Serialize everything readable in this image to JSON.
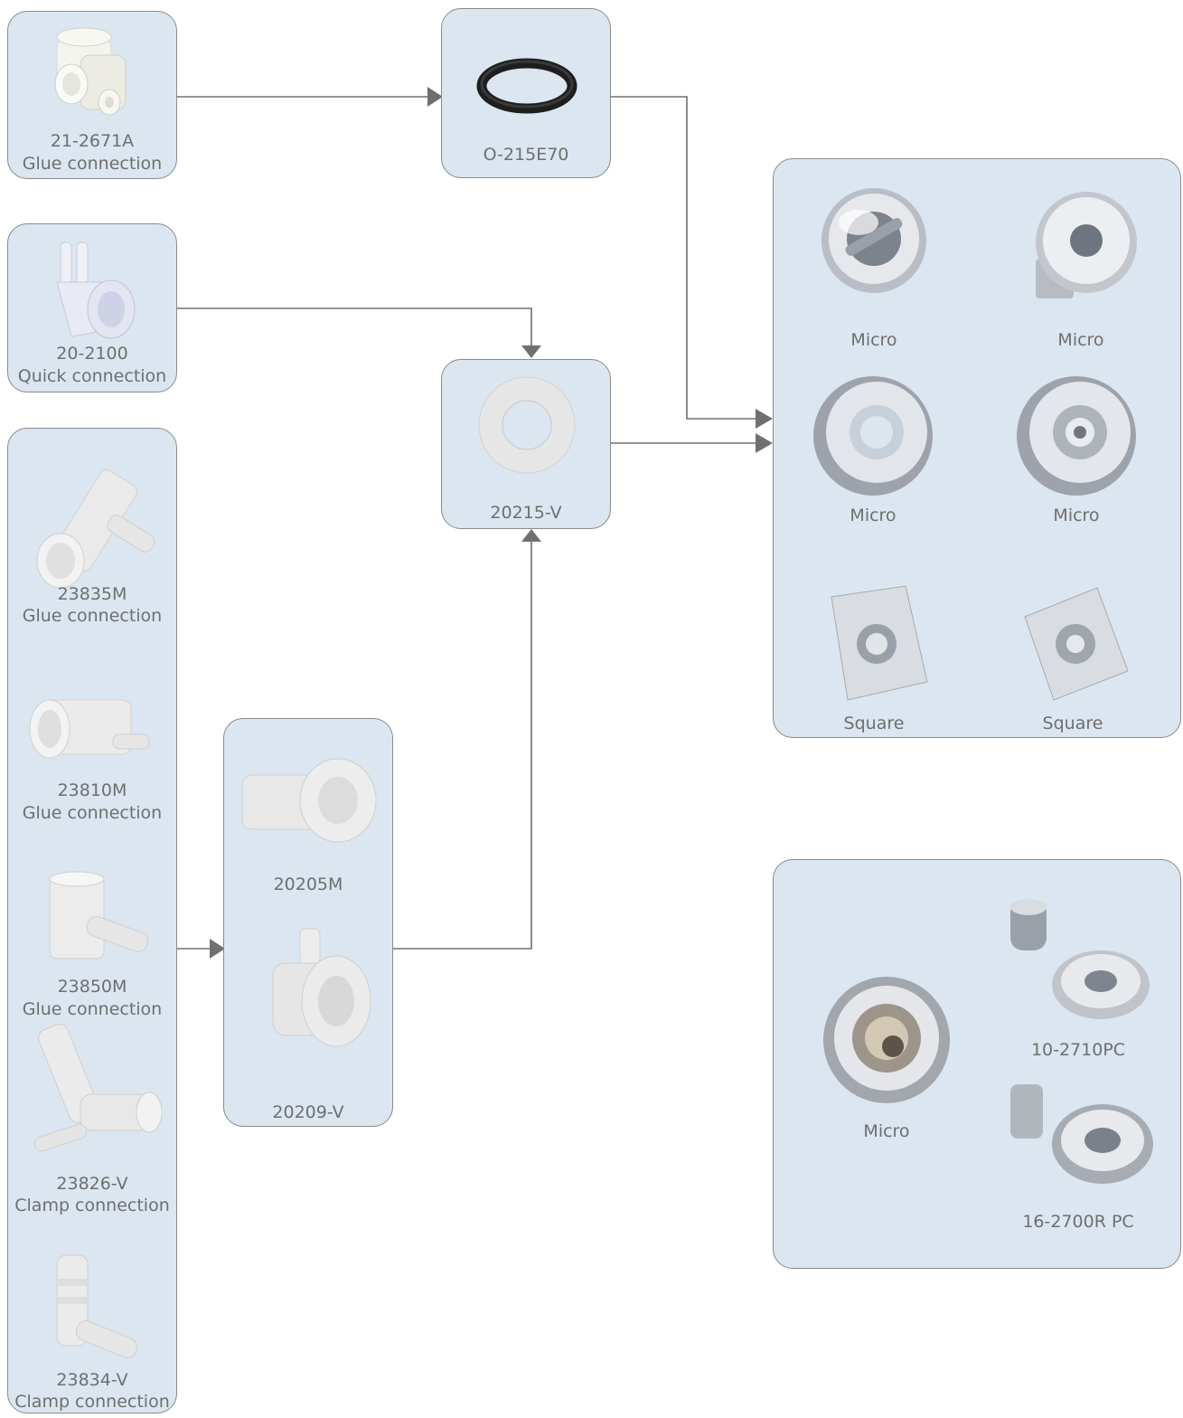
{
  "parts": {
    "p21_2671A": {
      "code": "21-2671A",
      "desc": "Glue connection"
    },
    "p20_2100": {
      "code": "20-2100",
      "desc": "Quick connection"
    },
    "p23835M": {
      "code": "23835M",
      "desc": "Glue connection"
    },
    "p23810M": {
      "code": "23810M",
      "desc": "Glue connection"
    },
    "p23850M": {
      "code": "23850M",
      "desc": "Glue connection"
    },
    "p23826V": {
      "code": "23826-V",
      "desc": "Clamp connection"
    },
    "p23834V": {
      "code": "23834-V",
      "desc": "Clamp connection"
    },
    "oring": {
      "code": "O-215E70"
    },
    "washer": {
      "code": "20215-V"
    },
    "p20205M": {
      "code": "20205M"
    },
    "p20209V": {
      "code": "20209-V"
    }
  },
  "nozzles_top": {
    "items": [
      "Micro",
      "Micro",
      "Micro",
      "Micro",
      "Square",
      "Square"
    ]
  },
  "nozzles_bottom": {
    "micro": "Micro",
    "item1": "10-2710PC",
    "item2": "16-2700R PC"
  },
  "colors": {
    "box_fill": "#dbe6f0",
    "box_border": "#8a8a8a",
    "connector": "#707070",
    "text": "#6f6f6f"
  }
}
